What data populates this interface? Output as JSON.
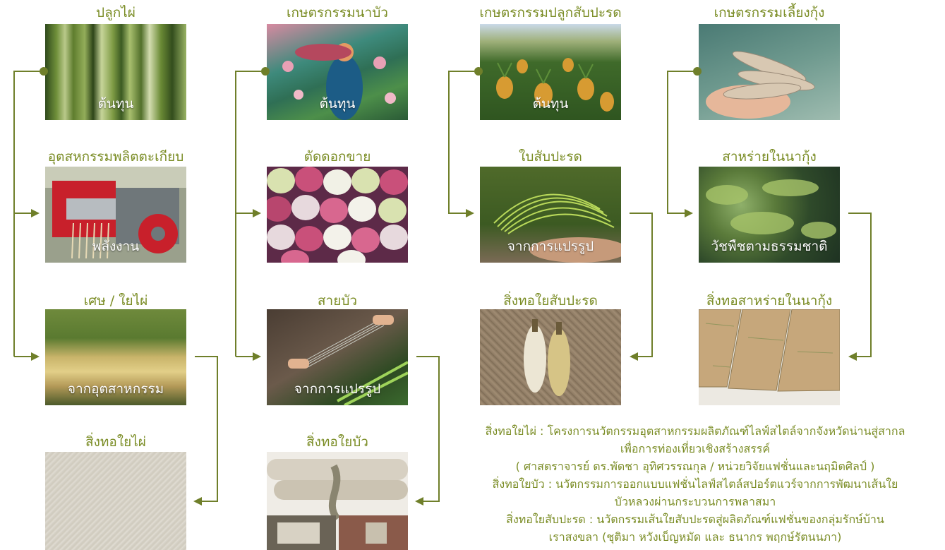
{
  "columns": [
    {
      "top_title": "ปลูกไผ่",
      "top_caption": "ต้นทุน",
      "mid_title": "อุตสหกรรมพลิตตะเกียบ",
      "mid_caption": "พลังงาน",
      "low_title": "เศษ / ใยไผ่",
      "low_caption": "จากอุตสาหกรรม",
      "final_title": "สิ่งทอใยไผ่"
    },
    {
      "top_title": "เกษตรกรรมนาบัว",
      "top_caption": "ต้นทุน",
      "mid_title": "ตัดดอกขาย",
      "low_title": "สายบัว",
      "low_caption": "จากการแปรรูป",
      "final_title": "สิ่งทอใยบัว"
    },
    {
      "top_title": "เกษตรกรรมปลูกสับปะรด",
      "top_caption": "ต้นทุน",
      "mid_title": "ใบสับปะรด",
      "mid_caption": "จากการแปรรูป",
      "final_title": "สิ่งทอใยสับปะรด"
    },
    {
      "top_title": "เกษตรกรรมเลี้ยงกุ้ง",
      "mid_title": "สาหร่ายในนากุ้ง",
      "mid_caption": "วัชพืชตามธรรมชาติ",
      "final_title": "สิ่งทอสาหร่ายในนากุ้ง"
    }
  ],
  "notes": [
    "สิ่งทอใยไผ่ : โครงการนวัตกรรมอุตสาหกรรมผลิตภัณฑ์ไลฟ์สไตล์จากจังหวัดน่านสู่สากล",
    "เพื่อการท่องเที่ยวเชิงสร้างสรรค์",
    "( ศาสตราจารย์ ดร.พัดชา อุทิศวรรณกุล / หน่วยวิจัยแฟชั่นและนฤมิตศิลป์ )",
    "สิ่งทอใยบัว : นวัตกรรมการออกแบบแฟชั่นไลฟ์สไตล์สปอร์ตแวร์จากการพัฒนาเส้นใย",
    "บัวหลวงผ่านกระบวนการพลาสมา",
    "สิ่งทอใยสับปะรด : นวัตกรรมเส้นใยสับปะรดสู่ผลิตภัณฑ์แฟชั่นของกลุ่มรักษ์บ้าน",
    "เราสงขลา (ชุติมา หวังเบ็ญหมัด และ ธนากร พฤกษ์รัตนนภา)"
  ],
  "colors": {
    "accent": "#6f7f2a",
    "text": "#7b8d26"
  }
}
